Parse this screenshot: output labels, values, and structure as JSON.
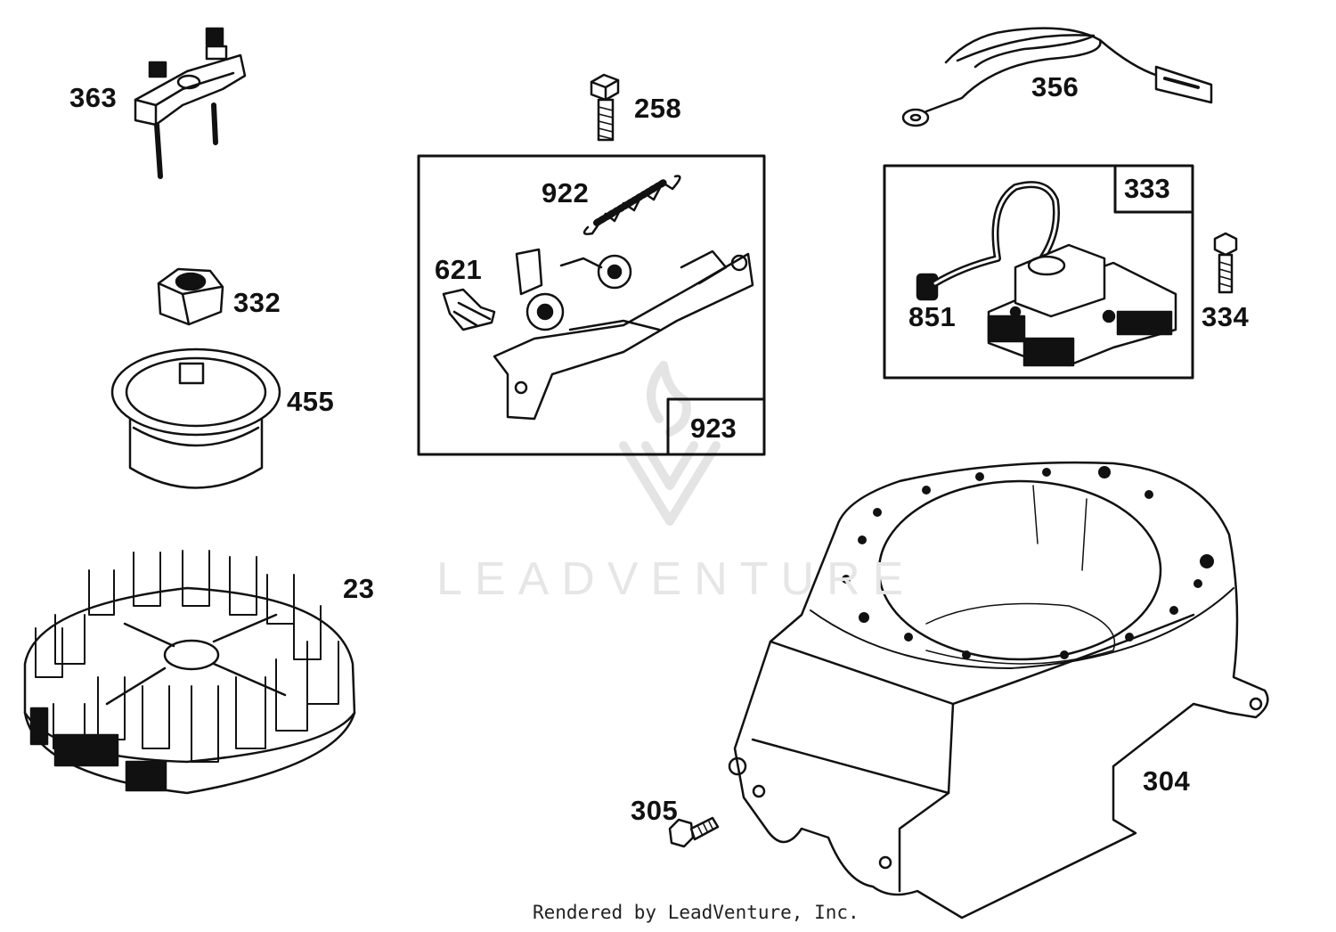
{
  "diagram": {
    "watermark_text": "LEADVENTURE",
    "footer": "Rendered by LeadVenture, Inc.",
    "parts": [
      {
        "number": "363",
        "item": "bracket"
      },
      {
        "number": "332",
        "item": "nut"
      },
      {
        "number": "455",
        "item": "starter-cup"
      },
      {
        "number": "23",
        "item": "flywheel"
      },
      {
        "number": "258",
        "item": "screw"
      },
      {
        "number": "922",
        "item": "spring"
      },
      {
        "number": "621",
        "item": "clip"
      },
      {
        "number": "923",
        "item": "governor-control-kit"
      },
      {
        "number": "356",
        "item": "ground-wire"
      },
      {
        "number": "333",
        "item": "armature-kit"
      },
      {
        "number": "851",
        "item": "terminal"
      },
      {
        "number": "334",
        "item": "screw"
      },
      {
        "number": "304",
        "item": "blower-housing"
      },
      {
        "number": "305",
        "item": "screw"
      }
    ]
  }
}
